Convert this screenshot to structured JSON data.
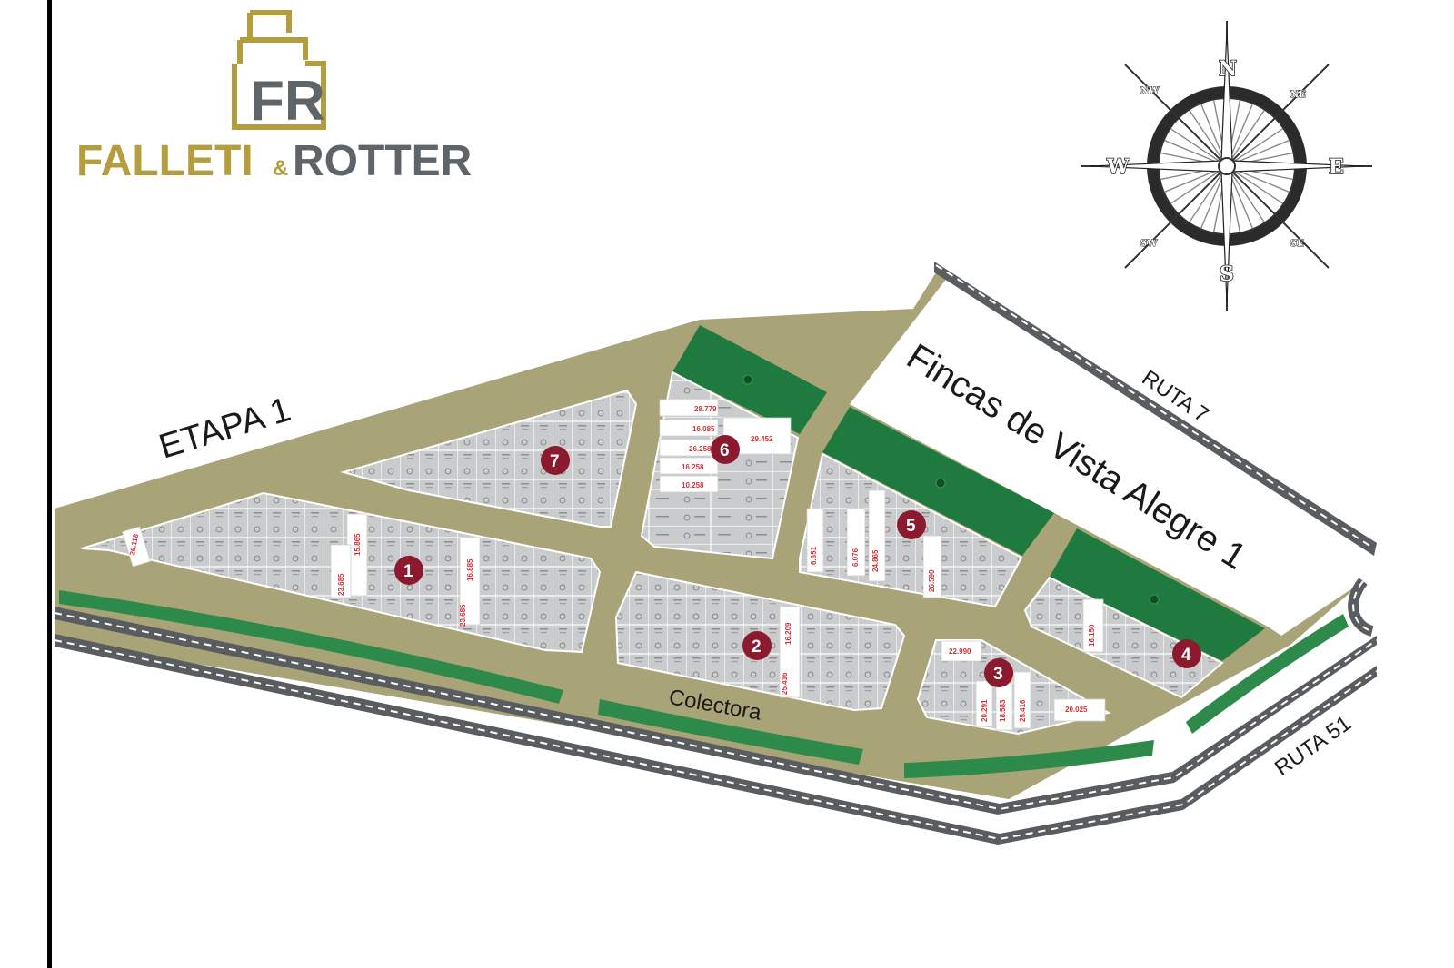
{
  "brand": {
    "name_part1": "FALLETI",
    "amp": "&",
    "name_part2": "ROTTER",
    "monogram": "FR",
    "gold_color": "#b39d3c",
    "gray_color": "#5f6468"
  },
  "compass": {
    "n": "N",
    "s": "S",
    "e": "E",
    "w": "W",
    "ne": "NE",
    "nw": "NW",
    "se": "SE",
    "sw": "SW"
  },
  "labels": {
    "stage": "ETAPA 1",
    "neighbor": "Fincas de Vista Alegre 1",
    "ruta7": "RUTA 7",
    "ruta51": "RUTA 51",
    "colectora": "Colectora"
  },
  "blocks": [
    {
      "number": "1"
    },
    {
      "number": "2"
    },
    {
      "number": "3"
    },
    {
      "number": "4"
    },
    {
      "number": "5"
    },
    {
      "number": "6"
    },
    {
      "number": "7"
    }
  ],
  "lot_values": {
    "b1_a": "26.118",
    "b1_b": "15.865",
    "b1_c": "23.685",
    "b1_d": "16.885",
    "b1_e": "23.685",
    "b2_a": "16.209",
    "b2_b": "25.416",
    "b3_a": "22.990",
    "b3_b": "20.291",
    "b3_c": "18.583",
    "b3_d": "25.416",
    "b3_e": "20.025",
    "b4_a": "16.150",
    "b5_a": "6.351",
    "b5_b": "6.076",
    "b5_c": "24.865",
    "b5_d": "26.590",
    "b6_a": "28.779",
    "b6_b": "16.085",
    "b6_c": "26.258",
    "b6_d": "16.258",
    "b6_e": "10.258",
    "b6_f": "29.452"
  },
  "colors": {
    "road_fill": "#a9a478",
    "highway": "#5a5d60",
    "green_area": "#1f7a3f",
    "lot_gray": "#c9cbcd",
    "block_marker": "#8b1a2e",
    "hedge": "#2e8a4a"
  }
}
